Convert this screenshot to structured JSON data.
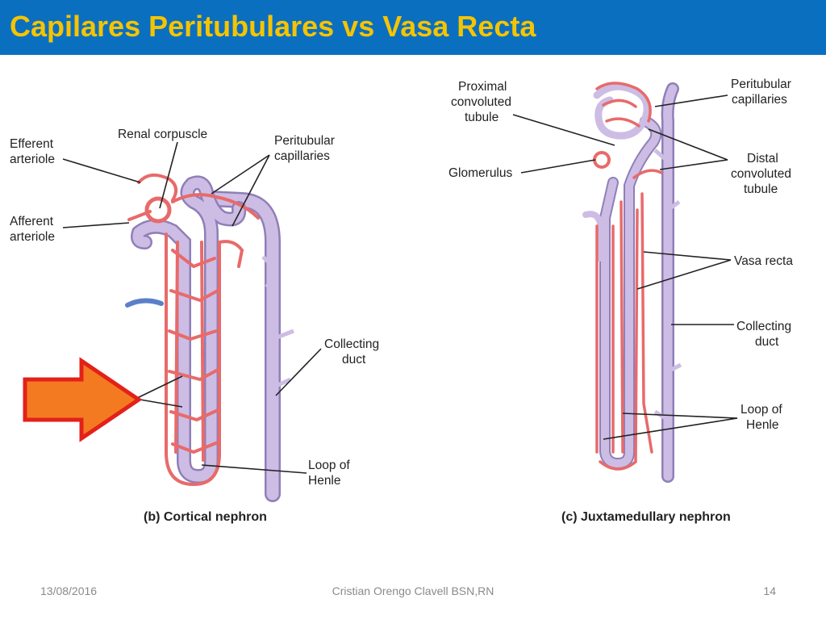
{
  "title": "Capilares Peritubulares vs Vasa Recta",
  "cortical": {
    "caption": "(b) Cortical nephron",
    "labels": {
      "efferent": [
        "Efferent",
        "arteriole"
      ],
      "afferent": [
        "Afferent",
        "arteriole"
      ],
      "renal_corpuscle": "Renal corpuscle",
      "peritubular": [
        "Peritubular",
        "capillaries"
      ],
      "collecting": [
        "Collecting",
        "duct"
      ],
      "loop": [
        "Loop of",
        "Henle"
      ]
    }
  },
  "juxta": {
    "caption": "(c) Juxtamedullary nephron",
    "labels": {
      "proximal": [
        "Proximal",
        "convoluted",
        "tubule"
      ],
      "glomerulus": "Glomerulus",
      "peritubular": [
        "Peritubular",
        "capillaries"
      ],
      "distal": [
        "Distal",
        "convoluted",
        "tubule"
      ],
      "vasa_recta": "Vasa recta",
      "collecting": [
        "Collecting",
        "duct"
      ],
      "loop": [
        "Loop of",
        "Henle"
      ]
    }
  },
  "footer": {
    "date": "13/08/2016",
    "author": "Cristian Orengo Clavell BSN,RN",
    "page": "14"
  },
  "colors": {
    "title_bar": "#0b6fc0",
    "title_text": "#f5c400",
    "tubule": "#c9b8e0",
    "capillary": "#e86a6a",
    "arrow_fill": "#f47a22",
    "arrow_stroke": "#e32119"
  },
  "icons": [
    "right-arrow-icon"
  ]
}
